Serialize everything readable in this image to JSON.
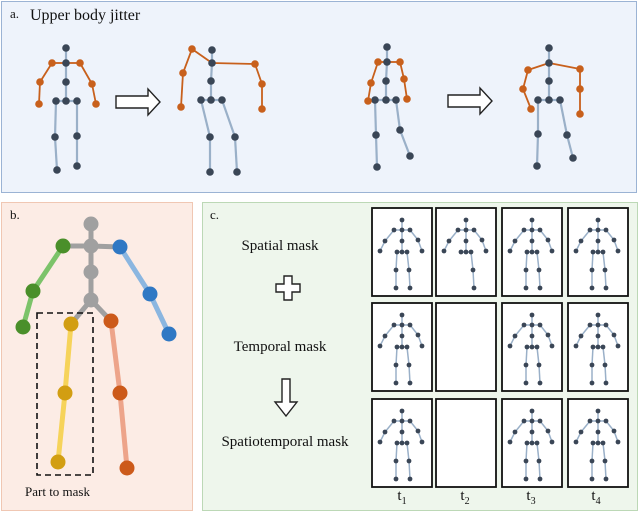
{
  "panel_a": {
    "letter": "a.",
    "title": "Upper body jitter",
    "colors": {
      "limb": "#c8601c",
      "body_bone": "#9ab0c8",
      "joint": "#3a4656"
    }
  },
  "panel_b": {
    "letter": "b.",
    "caption": "Part to mask",
    "colors": {
      "center": "#a0a0a0",
      "left_arm": "#4a8f2a",
      "right_arm": "#2f78c4",
      "left_leg": "#d29e12",
      "right_leg": "#cc5a1a"
    }
  },
  "panel_c": {
    "letter": "c.",
    "rows": [
      {
        "label": "Spatial mask",
        "visible": [
          true,
          true,
          true,
          true
        ]
      },
      {
        "label": "Temporal mask",
        "visible": [
          true,
          false,
          true,
          true
        ]
      },
      {
        "label": "Spatiotemporal mask",
        "visible": [
          true,
          false,
          true,
          true
        ]
      }
    ],
    "plus_icon": "plus-icon",
    "arrow_icon": "down-arrow-icon",
    "time_steps": [
      {
        "base": "t",
        "sub": "1"
      },
      {
        "base": "t",
        "sub": "2"
      },
      {
        "base": "t",
        "sub": "3"
      },
      {
        "base": "t",
        "sub": "4"
      }
    ]
  }
}
